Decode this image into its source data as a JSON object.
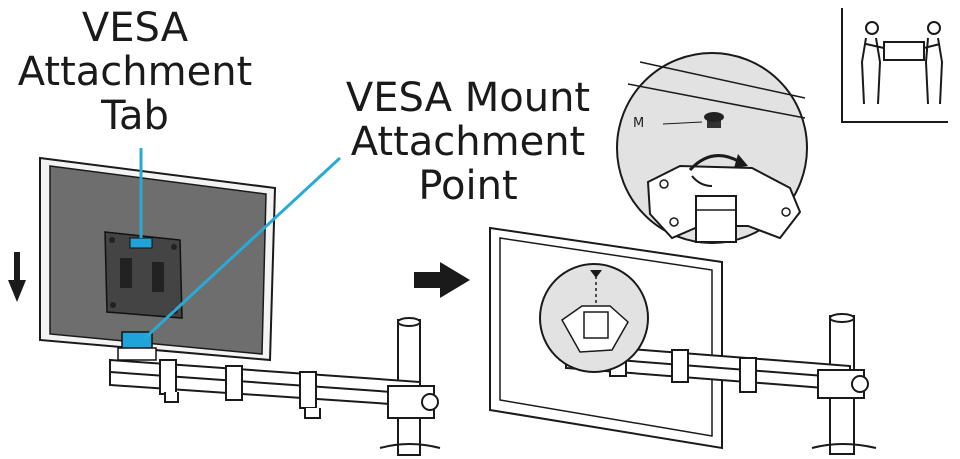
{
  "labels": {
    "tab": [
      "VESA",
      "Attachment",
      "Tab"
    ],
    "mount": [
      "VESA Mount",
      "Attachment",
      "Point"
    ],
    "screw": "M"
  },
  "colors": {
    "callout": "#29a9d6",
    "highlight": "#1fa3d9",
    "line": "#1a1a1a",
    "screen": "#6e6e6e",
    "circle_fill": "#e2e2e2"
  },
  "icons": [
    "down-arrow-icon",
    "right-arrow-icon",
    "rotate-arrow-icon",
    "two-person-lift-icon"
  ]
}
